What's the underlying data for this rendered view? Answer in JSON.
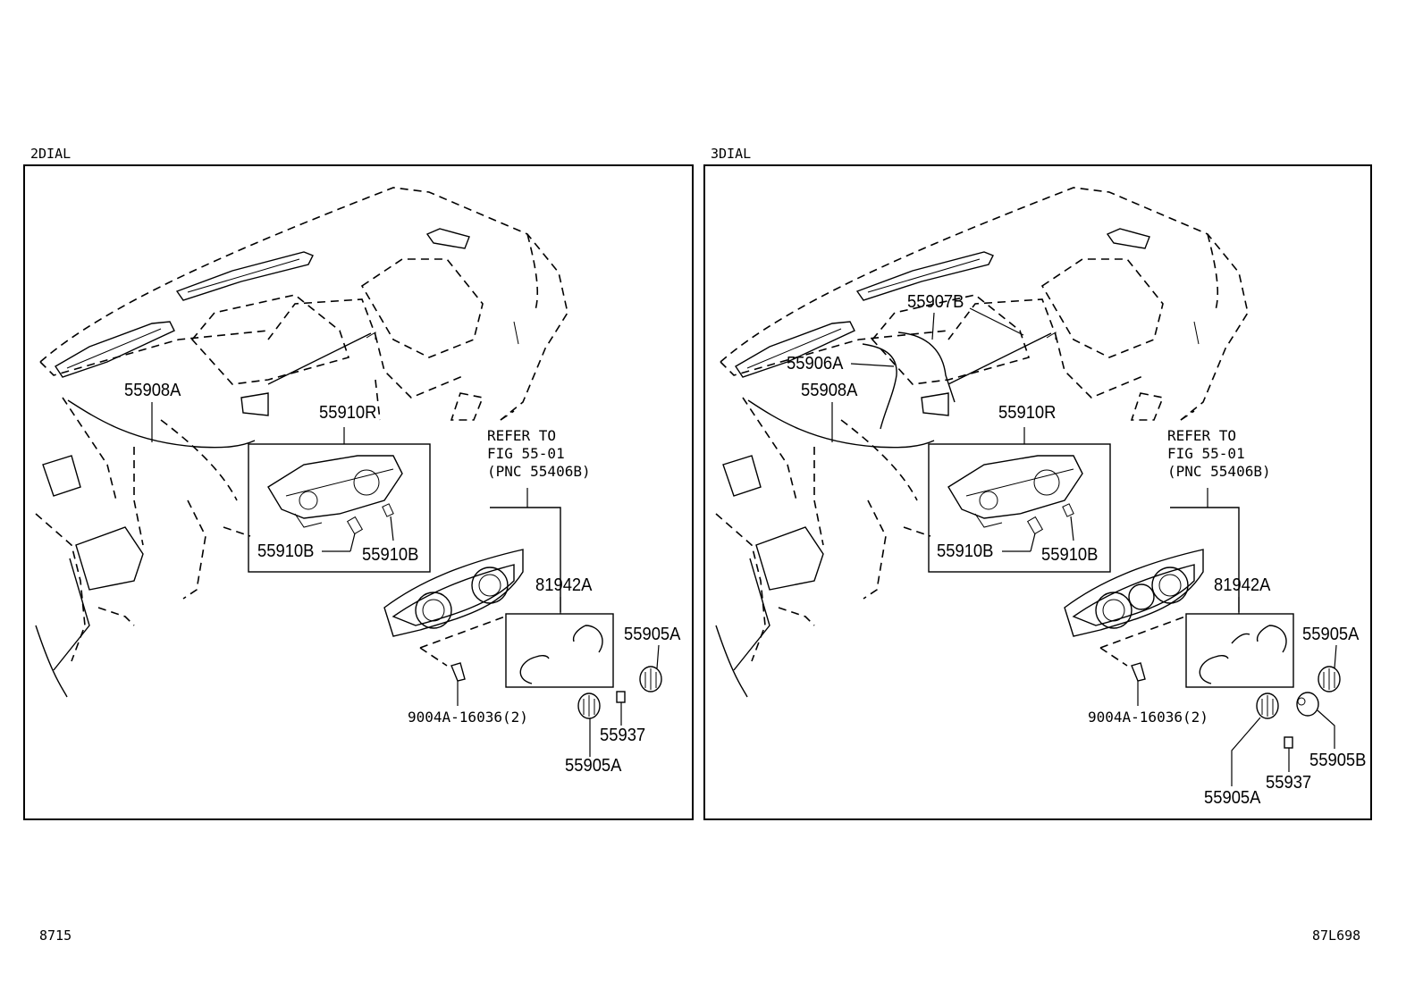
{
  "panels": {
    "left": {
      "title": "2DIAL",
      "labels": {
        "p55908A": "55908A",
        "p55910R": "55910R",
        "p55910B_1": "55910B",
        "p55910B_2": "55910B",
        "p81942A": "81942A",
        "p55905A_top": "55905A",
        "p55905A_bottom": "55905A",
        "p55937": "55937",
        "p9004A": "9004A-16036(2)"
      },
      "refer": "REFER TO\nFIG 55-01\n(PNC 55406B)"
    },
    "right": {
      "title": "3DIAL",
      "labels": {
        "p55907B": "55907B",
        "p55906A": "55906A",
        "p55908A": "55908A",
        "p55910R": "55910R",
        "p55910B_1": "55910B",
        "p55910B_2": "55910B",
        "p81942A": "81942A",
        "p55905A_top": "55905A",
        "p55905B": "55905B",
        "p55905A_bottom": "55905A",
        "p55937": "55937",
        "p9004A": "9004A-16036(2)"
      },
      "refer": "REFER TO\nFIG 55-01\n(PNC 55406B)"
    }
  },
  "footer": {
    "left_code": "8715",
    "right_code": "87L698"
  }
}
